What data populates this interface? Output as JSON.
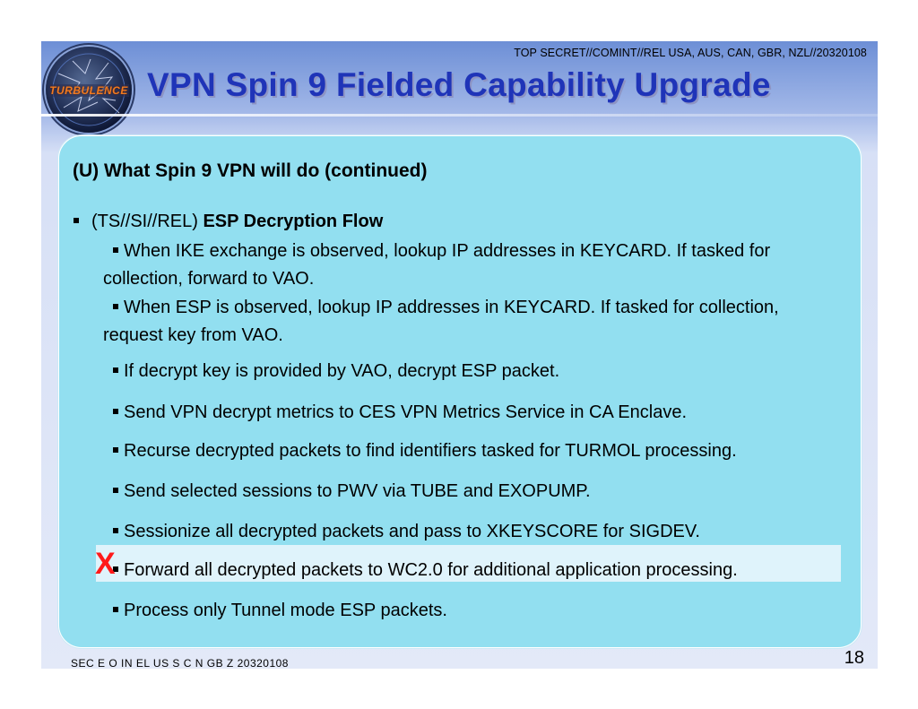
{
  "header": {
    "classification": "TOP SECRET//COMINT//REL USA, AUS, CAN, GBR, NZL//20320108",
    "title": "VPN Spin 9 Fielded Capability Upgrade",
    "logo_text": "TURBULENCE"
  },
  "content": {
    "heading": "(U) What Spin 9 VPN will do (continued)",
    "main_bullet": {
      "prefix": "(TS//SI//REL)",
      "label": "ESP Decryption Flow"
    },
    "sub_bullets": [
      "When IKE exchange is observed, lookup IP addresses in KEYCARD. If tasked for collection, forward to VAO.",
      "When ESP is observed, lookup IP addresses in KEYCARD. If tasked for collection, request key from VAO.",
      "If decrypt key is provided by VAO, decrypt ESP packet.",
      "Send VPN decrypt metrics to CES VPN Metrics Service in CA Enclave.",
      "Recurse decrypted packets to find identifiers tasked for TURMOL processing.",
      "Send selected sessions to PWV via TUBE and EXOPUMP.",
      "Sessionize all decrypted packets and pass to XKEYSCORE for SIGDEV.",
      "Forward all decrypted packets to WC2.0 for additional application processing.",
      "Process only Tunnel mode ESP packets."
    ],
    "struck_marker": "X"
  },
  "footer": {
    "classification": "SEC  E     O  IN     EL US          S  C  N  GB     Z   20320108",
    "page_number": "18"
  },
  "colors": {
    "title": "#1f34b8",
    "panel": "#92dff0",
    "highlight": "#dff3fb",
    "x_mark": "#ff1a1a"
  }
}
